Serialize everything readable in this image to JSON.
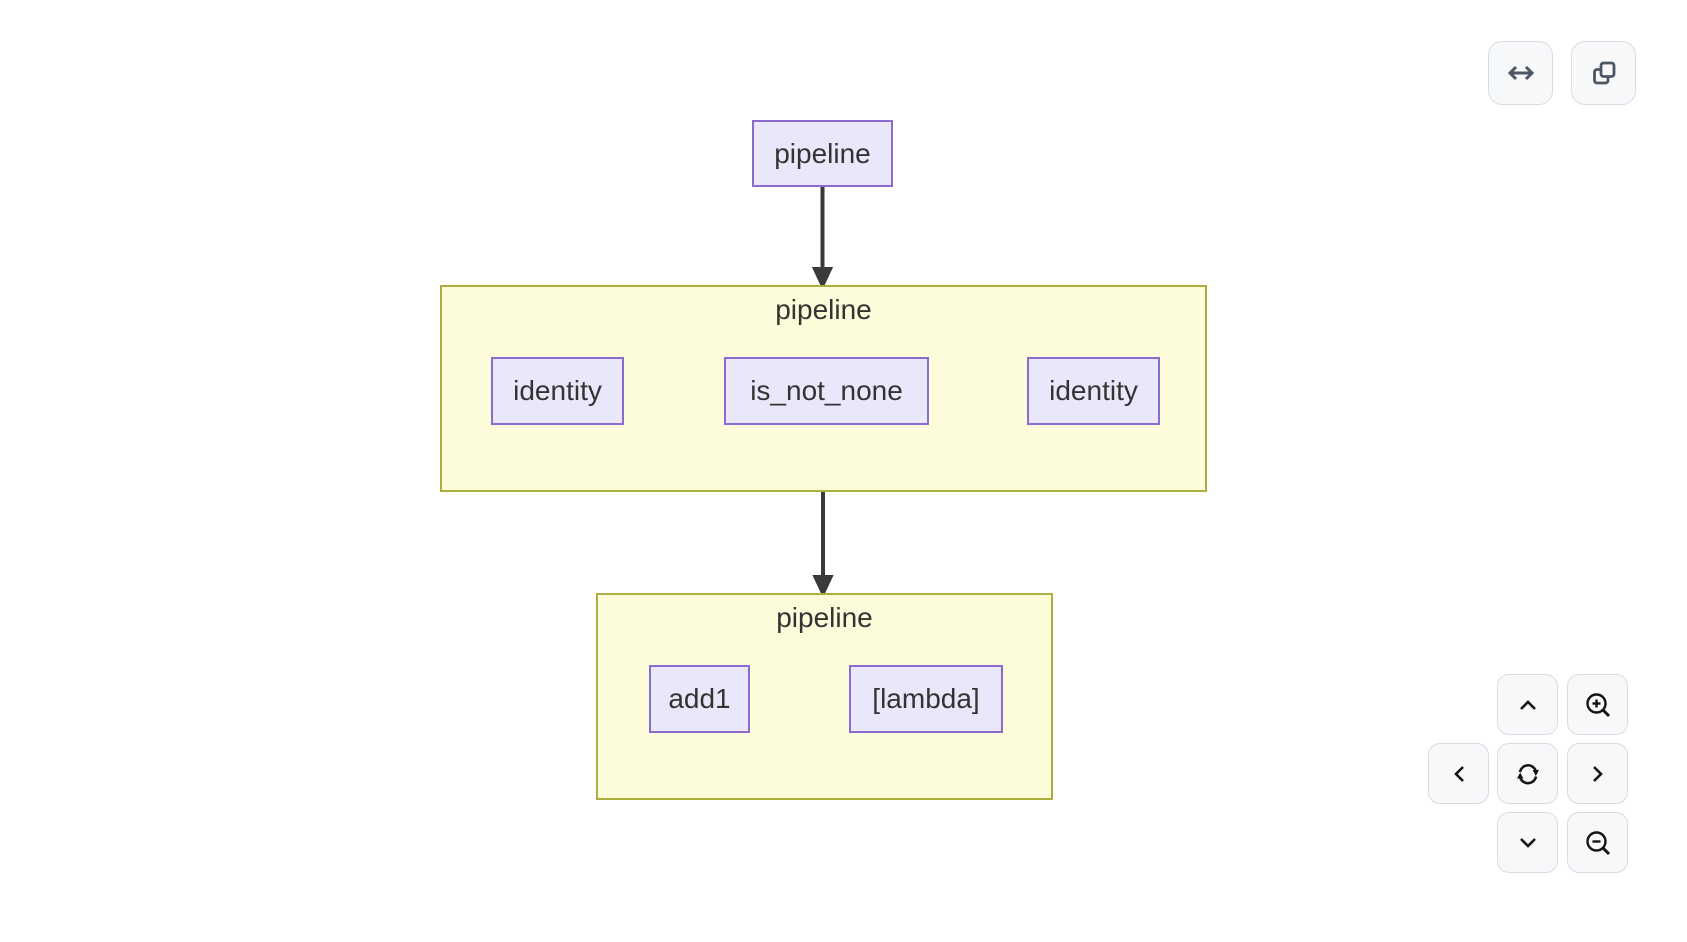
{
  "diagram": {
    "root_node": {
      "label": "pipeline"
    },
    "groups": [
      {
        "label": "pipeline",
        "nodes": [
          {
            "label": "identity"
          },
          {
            "label": "is_not_none"
          },
          {
            "label": "identity"
          }
        ]
      },
      {
        "label": "pipeline",
        "nodes": [
          {
            "label": "add1"
          },
          {
            "label": "[lambda]"
          }
        ]
      }
    ],
    "edges": [
      {
        "from": "pipeline",
        "to": "group-1"
      },
      {
        "from": "identity",
        "to": "is_not_none"
      },
      {
        "from": "is_not_none",
        "to": "identity"
      },
      {
        "from": "group-1",
        "to": "group-2"
      },
      {
        "from": "add1",
        "to": "[lambda]"
      }
    ]
  },
  "toolbar": {
    "buttons": [
      {
        "name": "fit-width",
        "icon": "horizontal-resize-icon"
      },
      {
        "name": "copy",
        "icon": "copy-icon"
      }
    ]
  },
  "pan_zoom_controls": {
    "up": "chevron-up-icon",
    "zoom_in": "zoom-in-icon",
    "left": "chevron-left-icon",
    "reset": "refresh-icon",
    "right": "chevron-right-icon",
    "down": "chevron-down-icon",
    "zoom_out": "zoom-out-icon"
  },
  "colors": {
    "node_fill": "#e9e8fb",
    "node_border": "#8b6bd0",
    "group_fill": "#fcfcdb",
    "group_border": "#aeae3f",
    "edge": "#3a3a3a",
    "text": "#333333",
    "button_bg": "#f7f8fa",
    "button_border": "#d9dce1",
    "toolbar_icon": "#4d5663",
    "nav_icon": "#151515"
  }
}
